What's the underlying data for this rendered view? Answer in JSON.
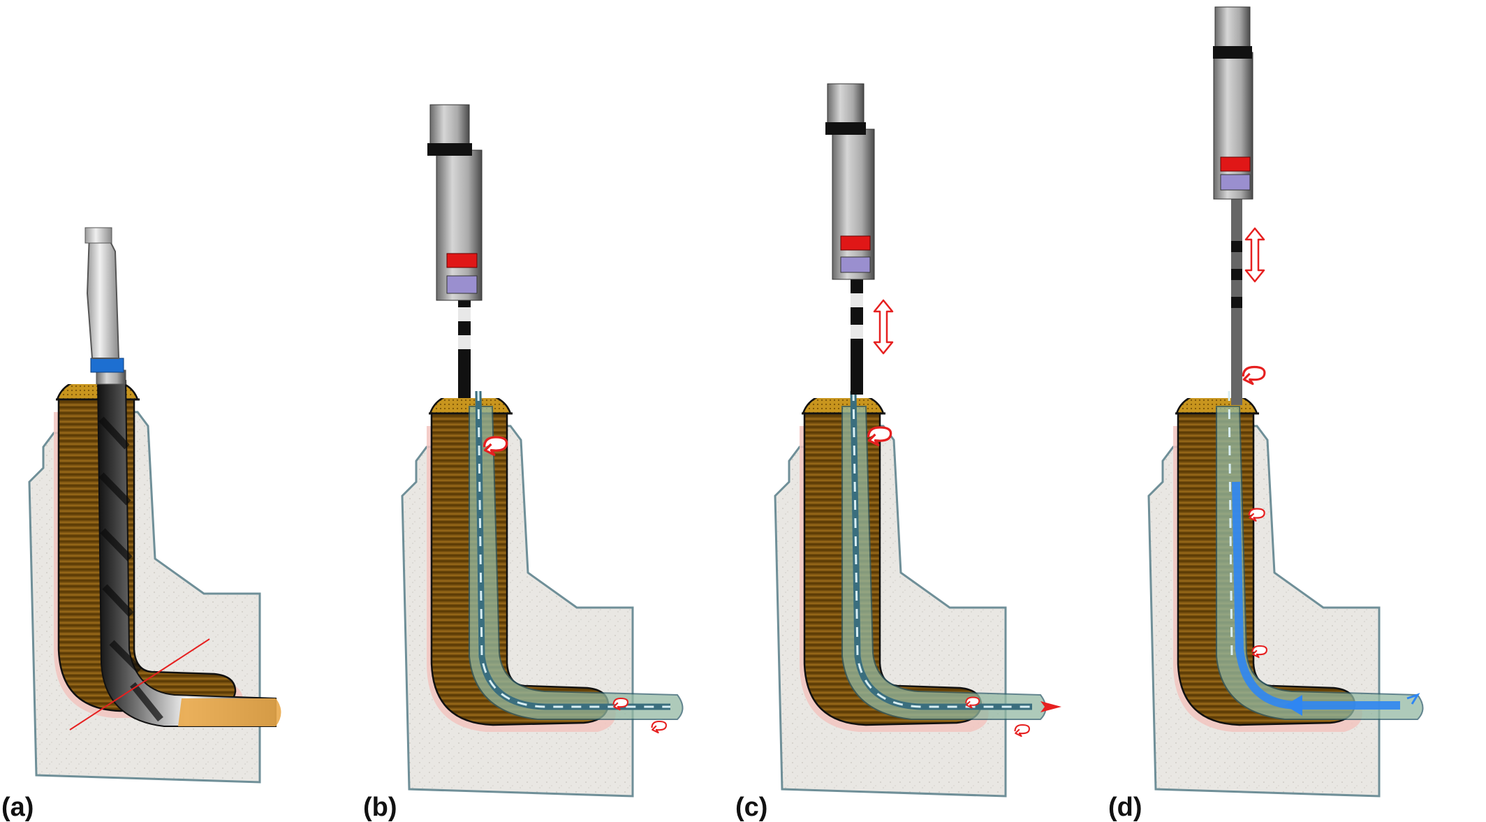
{
  "figure": {
    "panels": [
      {
        "id": "a",
        "label": "(a)",
        "instrument": "drill-bit",
        "step": "drilling"
      },
      {
        "id": "b",
        "label": "(b)",
        "instrument": "rotary-file",
        "step": "rotation"
      },
      {
        "id": "c",
        "label": "(c)",
        "instrument": "rotary-file",
        "step": "up-down-motion"
      },
      {
        "id": "d",
        "label": "(d)",
        "instrument": "rotary-file",
        "step": "irrigation-flow"
      }
    ]
  },
  "colors": {
    "bone": "#e7e4df",
    "bone_outline": "#6f8f98",
    "gum": "#f2c4c0",
    "root_dark": "#6b4607",
    "root_light": "#a8761c",
    "crown": "#c8951e",
    "canal_fill": "#93b9a3",
    "handpiece": "#bcbcbc",
    "red_band": "#e01717",
    "purple_band": "#9a8fcf",
    "blue_band": "#1d6fd1",
    "arrow_red": "#e62020",
    "flow_blue": "#2f86f2"
  },
  "icons": [
    "rotation-arrow-icon",
    "double-arrow-icon",
    "flow-arrow-icon",
    "push-arrow-icon"
  ]
}
